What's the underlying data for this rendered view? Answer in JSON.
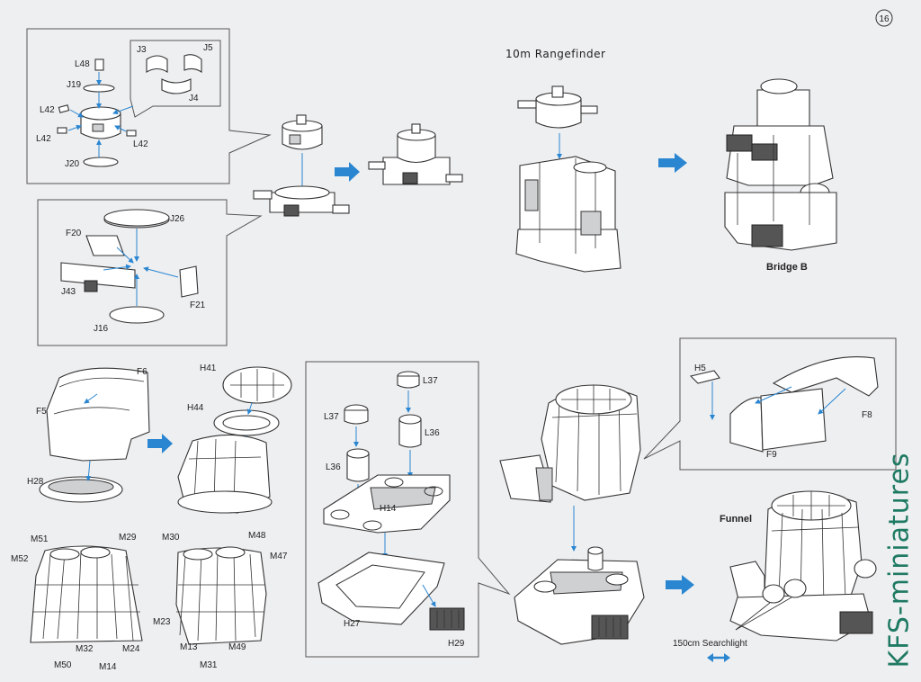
{
  "page": {
    "number": "16"
  },
  "watermark": "KFS-miniatures",
  "headings": {
    "rangefinder": "10m Rangefinder",
    "bridge": "Bridge B",
    "funnel": "Funnel",
    "searchlight": "150cm Searchlight"
  },
  "parts": {
    "L48": "L48",
    "J19": "J19",
    "L42": "L42",
    "J20": "J20",
    "J3": "J3",
    "J4": "J4",
    "J5": "J5",
    "F20": "F20",
    "J26": "J26",
    "J43": "J43",
    "F21": "F21",
    "J16": "J16",
    "F6": "F6",
    "F5": "F5",
    "H28": "H28",
    "H41": "H41",
    "H44": "H44",
    "L37": "L37",
    "L36": "L36",
    "H14": "H14",
    "H27": "H27",
    "H29": "H29",
    "H5": "H5",
    "F8": "F8",
    "F9": "F9",
    "M51": "M51",
    "M52": "M52",
    "M29": "M29",
    "M50": "M50",
    "M32": "M32",
    "M14": "M14",
    "M24": "M24",
    "M30": "M30",
    "M48": "M48",
    "M47": "M47",
    "M23": "M23",
    "M13": "M13",
    "M49": "M49",
    "M31": "M31"
  },
  "colors": {
    "accent": "#2a86d1",
    "ink": "#333333",
    "paper": "#eeeff1",
    "watermark": "#1f7a63"
  }
}
